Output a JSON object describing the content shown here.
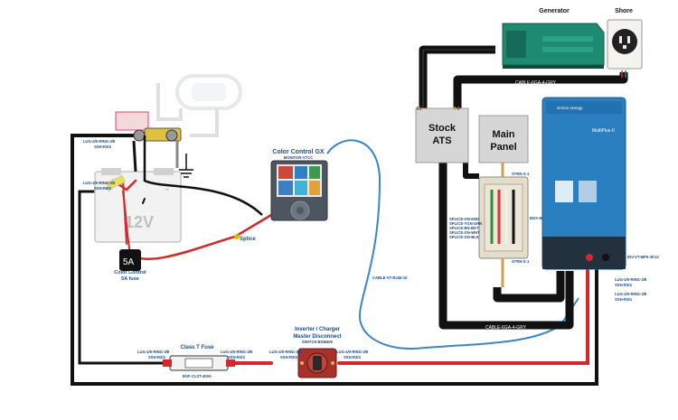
{
  "components": {
    "generator": "Generator",
    "shore": "Shore",
    "stock_ats_line1": "Stock",
    "stock_ats_line2": "ATS",
    "main_panel_line1": "Main",
    "main_panel_line2": "Panel",
    "battery_voltage": "12V",
    "battery_plus": "+",
    "battery_minus": "-",
    "fuse_5a": "5A",
    "color_control_title": "Color Control GX",
    "color_control_part": "MONITOR-VTCC",
    "color_control_fuse_line1": "Color Control",
    "color_control_fuse_line2": "5A fuse",
    "splice": "Splice",
    "class_t_fuse": "Class T Fuse",
    "class_t_part": "BSF-CLST-400A",
    "disconnect_line1": "Inverter / Charger",
    "disconnect_line2": "Master Disconnect",
    "disconnect_part": "SWITCH-BSM400",
    "multiplus_brand": "victron energy",
    "multiplus_name": "MultiPlus-II"
  },
  "cables": {
    "top_cable": "CABLE-6GA-4-GRY",
    "bottom_cable": "CABLE-6GA-4-GRY",
    "ve_cable": "CABLE-VT-RJ45-15",
    "strn_top": "STRN-S-1",
    "strn_bottom": "STRN-S-1",
    "box": "BOX-8G/BB",
    "mount": "INV-VT-MPII-3K12"
  },
  "splice_labels": [
    "SPLICE-GN-END",
    "SPLICE-YGN-GRN",
    "SPLICE-BN-BKT",
    "SPLICE-GN-WHT",
    "SPLICE-GN-BLK"
  ],
  "lugs": {
    "top_left_a": "LUG-4/0-RING-3/8",
    "top_left_b": "SSH-R3/4",
    "mid_left_a": "LUG-4/0-RING-3/8",
    "mid_left_b": "SSH-R3/4",
    "fuse_left_a": "LUG-4/0-RING-3/8",
    "fuse_left_b": "SSH-R3/4",
    "fuse_right_a": "LUG-4/0-RING-3/8",
    "fuse_right_b": "SSH-R3/4",
    "disc_left_a": "LUG-4/0-RING-3/8",
    "disc_left_b": "SSH-R3/4",
    "disc_right_a": "LUG-4/0-RING-3/8",
    "disc_right_b": "SSH-R3/4",
    "inv_a_1": "LUG-4/0-RING-3/8",
    "inv_a_2": "SSH-R3/4",
    "inv_b_1": "LUG-4/0-RING-3/8",
    "inv_b_2": "SSH-R3/4"
  },
  "colors": {
    "cable_black": "#111111",
    "cable_red": "#d62828",
    "ve_blue": "#3a86c8",
    "generator_green": "#1f8a72",
    "multiplus_blue": "#2a7fc0",
    "label_blue": "#1a4b8c",
    "ats_gray": "#d6d6d6"
  }
}
